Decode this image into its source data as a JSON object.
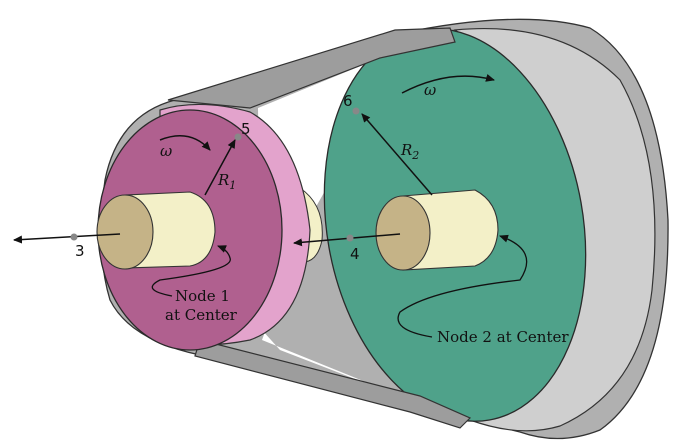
{
  "labels": {
    "omega_small": "ω",
    "omega_large": "ω",
    "r1": "R",
    "r1_sub": "1",
    "r2": "R",
    "r2_sub": "2",
    "point_3": "3",
    "point_4": "4",
    "point_5": "5",
    "point_6": "6",
    "node1_line1": "Node 1",
    "node1_line2": "at Center",
    "node2": "Node 2 at Center"
  },
  "colors": {
    "small_pulley_face": "#b0608f",
    "small_pulley_rim": "#e3a3cc",
    "large_pulley_face": "#4fa28a",
    "large_pulley_rim": "#c9c9c9",
    "belt": "#a5a5a5",
    "shaft_end": "#c5b387",
    "shaft_body": "#f3f0c8"
  }
}
